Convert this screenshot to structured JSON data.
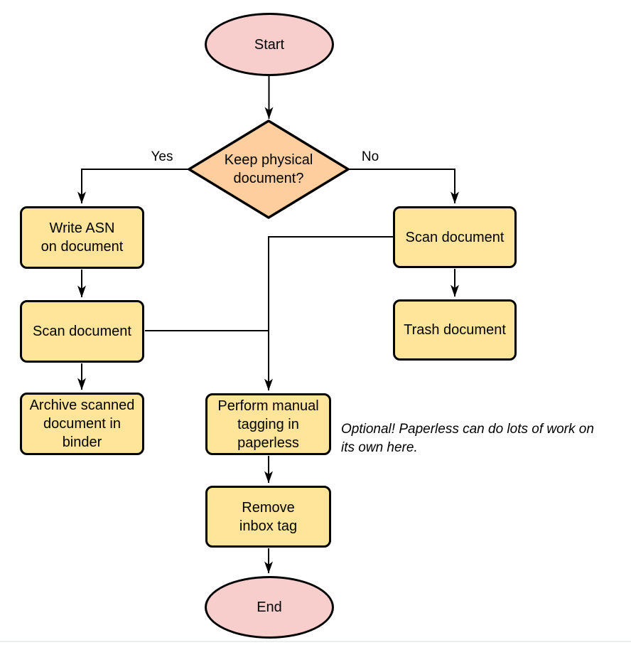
{
  "diagram": {
    "type": "flowchart",
    "nodes": {
      "start": {
        "label": "Start",
        "shape": "terminator",
        "fill": "#f8cecc"
      },
      "decision": {
        "label": "Keep physical\ndocument?",
        "shape": "decision",
        "fill": "#ffce9f"
      },
      "write_asn": {
        "label": "Write ASN\non document",
        "shape": "process",
        "fill": "#ffe599"
      },
      "scan_left": {
        "label": "Scan document",
        "shape": "process",
        "fill": "#ffe599"
      },
      "archive": {
        "label": "Archive scanned\ndocument in\nbinder",
        "shape": "process",
        "fill": "#ffe599"
      },
      "scan_right": {
        "label": "Scan document",
        "shape": "process",
        "fill": "#ffe599"
      },
      "trash": {
        "label": "Trash document",
        "shape": "process",
        "fill": "#ffe599"
      },
      "tagging": {
        "label": "Perform manual\ntagging in\npaperless",
        "shape": "process",
        "fill": "#ffe599"
      },
      "remove_inbox": {
        "label": "Remove\ninbox tag",
        "shape": "process",
        "fill": "#ffe599"
      },
      "end": {
        "label": "End",
        "shape": "terminator",
        "fill": "#f8cecc"
      }
    },
    "edge_labels": {
      "yes": "Yes",
      "no": "No"
    },
    "edges": [
      {
        "from": "start",
        "to": "decision"
      },
      {
        "from": "decision",
        "to": "write_asn",
        "label": "Yes"
      },
      {
        "from": "decision",
        "to": "scan_right",
        "label": "No"
      },
      {
        "from": "write_asn",
        "to": "scan_left"
      },
      {
        "from": "scan_left",
        "to": "archive"
      },
      {
        "from": "scan_left",
        "to": "tagging"
      },
      {
        "from": "scan_right",
        "to": "trash"
      },
      {
        "from": "scan_right",
        "to": "tagging"
      },
      {
        "from": "tagging",
        "to": "remove_inbox"
      },
      {
        "from": "remove_inbox",
        "to": "end"
      }
    ],
    "note": "Optional! Paperless can do lots of work on\nits own here.",
    "colors": {
      "terminator_fill": "#f8cecc",
      "decision_fill": "#ffce9f",
      "process_fill": "#ffe599",
      "stroke": "#000000",
      "background": "#ffffff"
    }
  }
}
